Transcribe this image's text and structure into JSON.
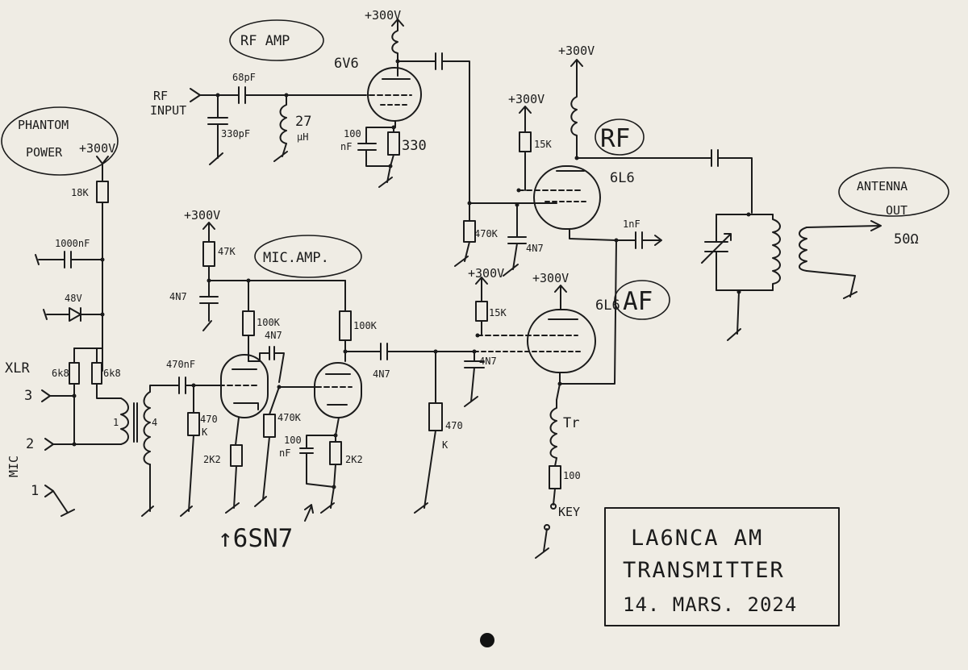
{
  "sections": {
    "phantom_power": [
      "PHANTOM",
      "POWER"
    ],
    "rf_amp": "RF AMP",
    "mic_amp": "MIC.AMP.",
    "rf": "RF",
    "af": "AF",
    "antenna_out": [
      "ANTENNA",
      "OUT"
    ]
  },
  "tubes": {
    "rf_amp": "6V6",
    "rf_final": "6L6",
    "af_mod": "6L6",
    "mic_amp": "↑6SN7"
  },
  "supplies": [
    "+300V",
    "+300V",
    "+300V",
    "+300V",
    "+300V",
    "+300V",
    "+300V"
  ],
  "components": {
    "rf_in_cap": "68pF",
    "rf_shunt_cap": "330pF",
    "rf_choke": [
      "27",
      "μH"
    ],
    "cathode_cap_6v6": [
      "100",
      "nF"
    ],
    "cathode_res_6v6": "330",
    "phantom_res": "18K",
    "phantom_cap": "1000nF",
    "zener": "48V",
    "xlr_res_a": "6k8",
    "xlr_res_b": "6k8",
    "input_cap": "470nF",
    "transformer_ratio": [
      "1",
      "4"
    ],
    "plate_load": "47K",
    "decouple_cap": "4N7",
    "plate_res_1": "100K",
    "coupling_cap_1": "4N7",
    "plate_res_2": "100K",
    "coupling_cap_2": "4N7",
    "grid_res_1": [
      "470",
      "K"
    ],
    "grid_res_2": "470K",
    "grid_res_3": [
      "470",
      "K"
    ],
    "cathode_res_1": "2K2",
    "cathode_res_2": "2K2",
    "cathode_cap_2": [
      "100",
      "nF"
    ],
    "rf_screen_res": "15K",
    "rf_grid_res": "470K",
    "rf_grid_cap": "4N7",
    "af_screen_res": "15K",
    "af_grid_cap": "4N7",
    "output_cap": "1nF",
    "transformer_tr": "Tr",
    "key_res": "100",
    "key": "KEY",
    "antenna_impedance": "50Ω"
  },
  "xlr": {
    "label": "XLR",
    "pins": [
      "3",
      "2",
      "1"
    ],
    "mic": "MIC"
  },
  "title_block": {
    "line1": "LA6NCA AM",
    "line2": "TRANSMITTER",
    "date": "14. MARS. 2024"
  },
  "rf_input": [
    "RF",
    "INPUT"
  ]
}
